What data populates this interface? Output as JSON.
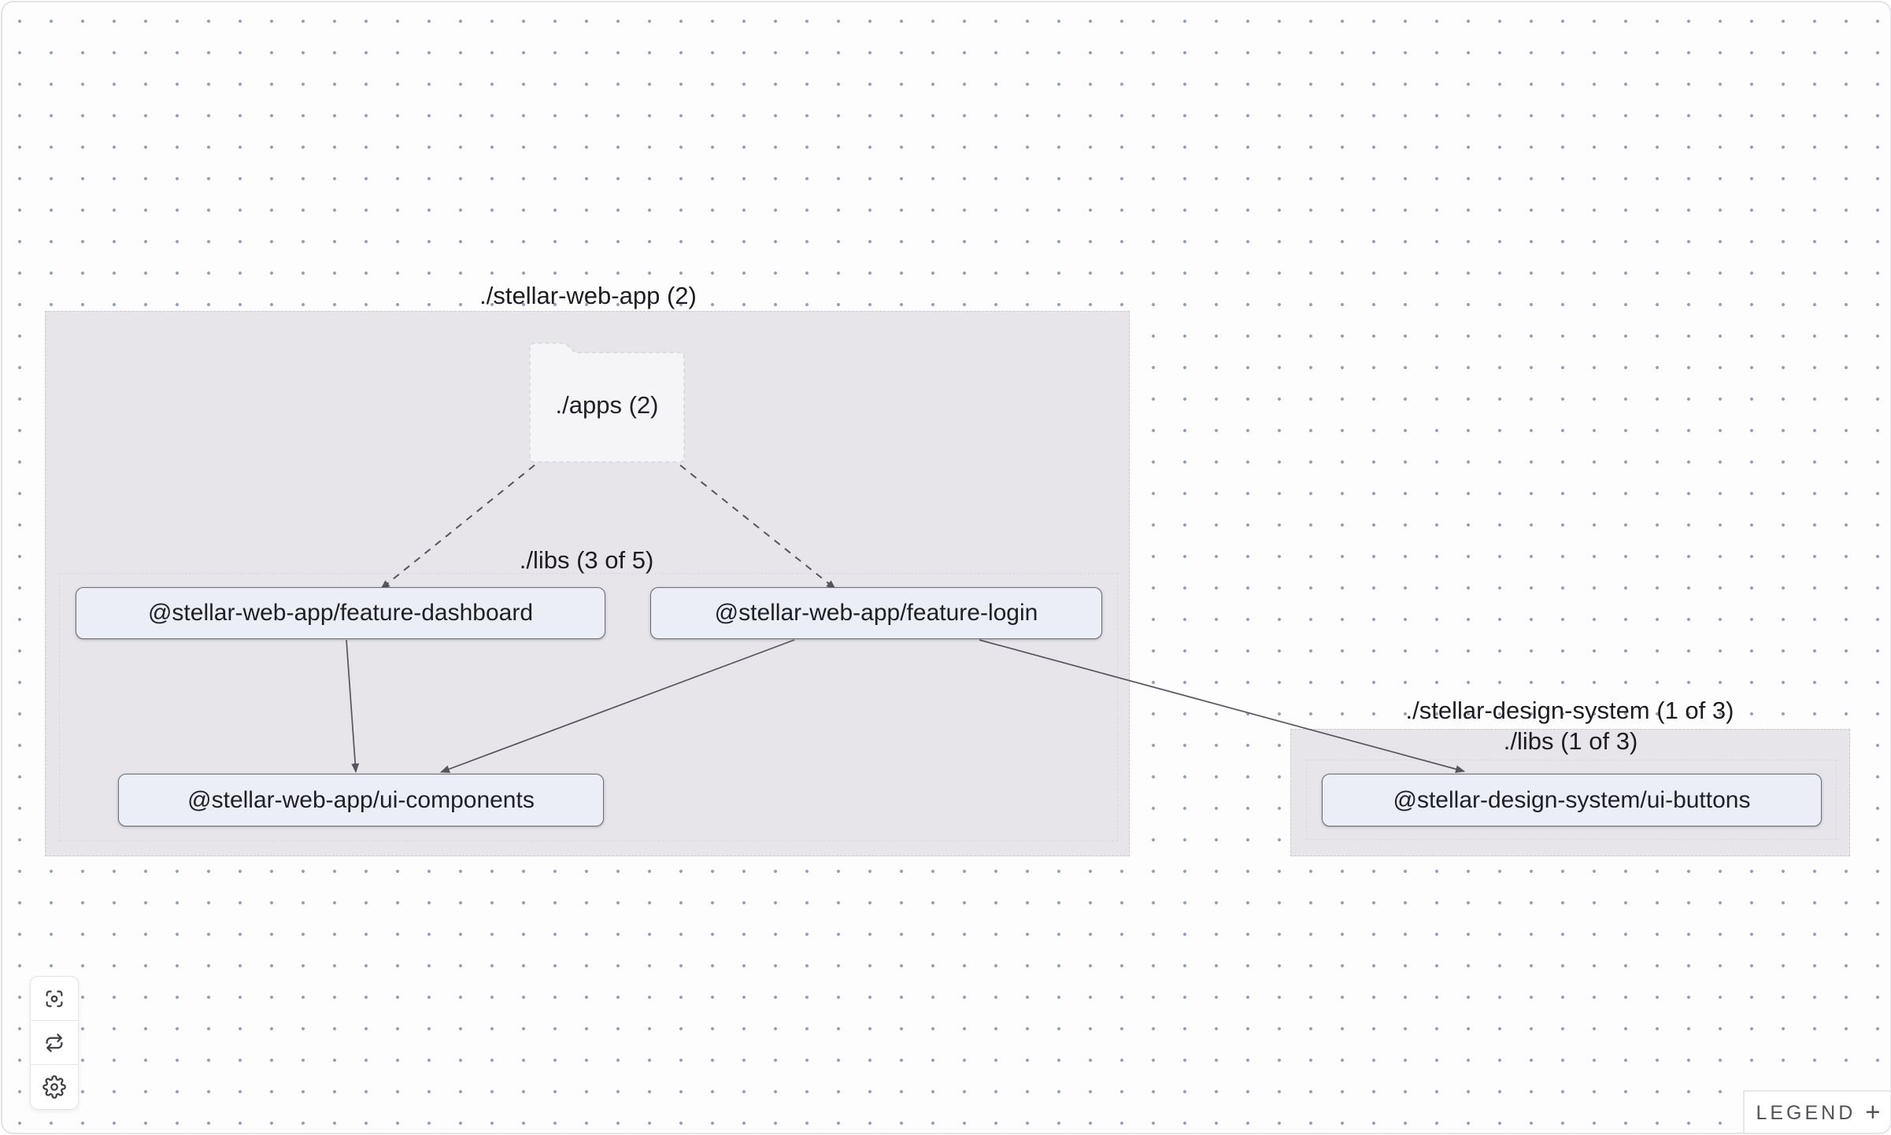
{
  "graph": {
    "groups": [
      {
        "id": "web-app",
        "label": "./stellar-web-app (2)",
        "kind": "workspace"
      },
      {
        "id": "web-app-libs",
        "label": "./libs (3 of 5)",
        "kind": "folder-group"
      },
      {
        "id": "design-system",
        "label": "./stellar-design-system (1 of 3)",
        "kind": "workspace"
      },
      {
        "id": "design-system-libs",
        "label": "./libs (1 of 3)",
        "kind": "folder-group"
      }
    ],
    "folder_node": {
      "id": "apps",
      "label": "./apps (2)"
    },
    "nodes": [
      {
        "id": "feature-dashboard",
        "label": "@stellar-web-app/feature-dashboard"
      },
      {
        "id": "feature-login",
        "label": "@stellar-web-app/feature-login"
      },
      {
        "id": "ui-components",
        "label": "@stellar-web-app/ui-components"
      },
      {
        "id": "ui-buttons",
        "label": "@stellar-design-system/ui-buttons"
      }
    ],
    "edges": [
      {
        "from": "./apps",
        "to": "@stellar-web-app/feature-dashboard",
        "style": "dashed",
        "points": [
          [
            676,
            588
          ],
          [
            481,
            745
          ]
        ]
      },
      {
        "from": "./apps",
        "to": "@stellar-web-app/feature-login",
        "style": "dashed",
        "points": [
          [
            861,
            588
          ],
          [
            1058,
            745
          ]
        ]
      },
      {
        "from": "@stellar-web-app/feature-dashboard",
        "to": "@stellar-web-app/ui-components",
        "style": "solid",
        "points": [
          [
            437,
            810
          ],
          [
            449,
            978
          ]
        ]
      },
      {
        "from": "@stellar-web-app/feature-login",
        "to": "@stellar-web-app/ui-components",
        "style": "solid",
        "points": [
          [
            1006,
            810
          ],
          [
            557,
            978
          ]
        ]
      },
      {
        "from": "@stellar-web-app/feature-login",
        "to": "@stellar-design-system/ui-buttons",
        "style": "solid",
        "points": [
          [
            1241,
            810
          ],
          [
            1857,
            977
          ]
        ]
      }
    ]
  },
  "toolbar": {
    "buttons": [
      {
        "name": "focus",
        "icon": "focus-icon"
      },
      {
        "name": "refresh",
        "icon": "refresh-icon"
      },
      {
        "name": "settings",
        "icon": "gear-icon"
      }
    ]
  },
  "legend": {
    "label": "LEGEND",
    "expand_icon": "+"
  },
  "colors": {
    "canvas_bg": "#fdfdfe",
    "dot_grid": "#94a3b8",
    "group_fill": "#e7e5ea",
    "group_border": "#ccc9d3",
    "inner_group_border": "#d9d7df",
    "folder_fill": "#f5f4f7",
    "folder_border": "#d7d5db",
    "node_fill": "#ebeef6",
    "node_border": "#6d6d78",
    "node_text": "#1f1f26",
    "edge": "#55555e",
    "label_text": "#1c1c22",
    "icon": "#3f3f46",
    "legend_text": "#52525b"
  }
}
